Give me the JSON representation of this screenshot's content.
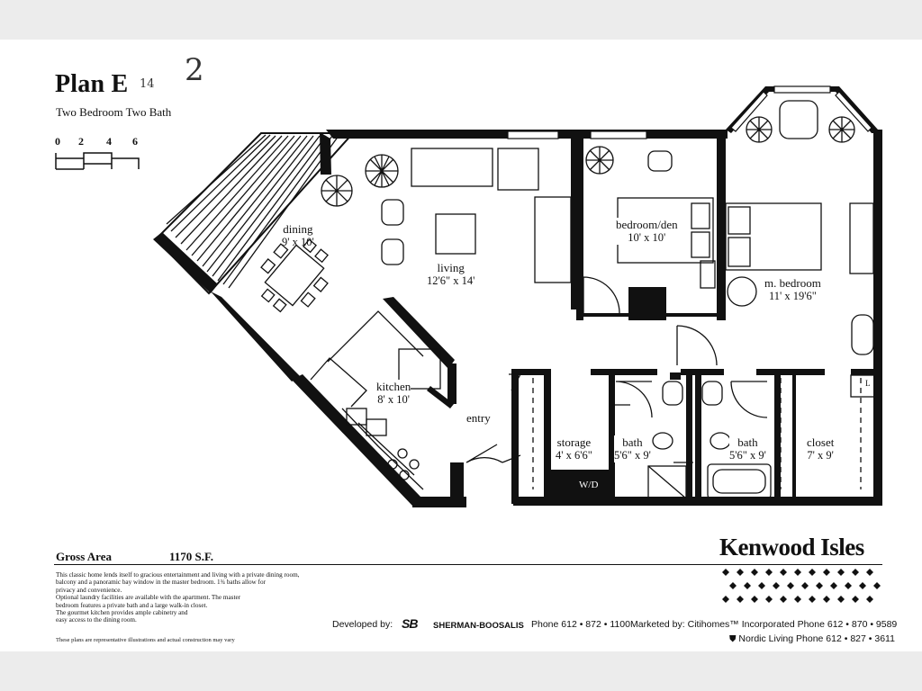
{
  "header": {
    "plan_title": "Plan E",
    "plan_subtitle": "Two Bedroom Two Bath",
    "handwritten_small": "14",
    "handwritten_large": "2"
  },
  "scale": {
    "labels": [
      "0",
      "2",
      "4",
      "6"
    ]
  },
  "rooms": {
    "dining": {
      "name": "dining",
      "dim": "9' x 10'"
    },
    "living": {
      "name": "living",
      "dim": "12'6\" x 14'"
    },
    "bedroom_den": {
      "name": "bedroom/den",
      "dim": "10' x 10'"
    },
    "m_bedroom": {
      "name": "m. bedroom",
      "dim": "11' x 19'6\""
    },
    "kitchen": {
      "name": "kitchen",
      "dim": "8' x 10'"
    },
    "entry": {
      "name": "entry"
    },
    "storage": {
      "name": "storage",
      "dim": "4' x 6'6\""
    },
    "bath_1": {
      "name": "bath",
      "dim": "5'6\" x 9'"
    },
    "bath_2": {
      "name": "bath",
      "dim": "5'6\" x 9'"
    },
    "closet": {
      "name": "closet",
      "dim": "7' x 9'"
    },
    "wd_label": "W/D",
    "closet_l_label": "L"
  },
  "footer": {
    "gross_area_label": "Gross Area",
    "gross_area_value": "1170 S.F.",
    "description_lines": [
      "This classic home lends itself to gracious entertainment and living with a private dining room,",
      "balcony and a panoramic bay window in the master bedroom.  1¾ baths allow for",
      "privacy and convenience.",
      "Optional laundry facilities are available with the apartment.  The master",
      "bedroom features a private bath and a large walk-in closet.",
      "The gourmet kitchen provides ample cabinetry and",
      "easy access to the dining room."
    ],
    "disclaimer": "These plans are representative illustrations and actual construction may vary",
    "brand": "Kenwood Isles",
    "developed_by_label": "Developed by:",
    "developer_logo": "SB",
    "developer_name": "SHERMAN-BOOSALIS",
    "developer_phone": "Phone 612 • 872 • 1100",
    "marketed_by": "Marketed by: Citihomes™ Incorporated Phone 612 • 870 • 9589",
    "nordic": "Nordic Living Phone 612 • 827 • 3611"
  },
  "colors": {
    "ink": "#111111",
    "paper": "#ffffff",
    "background": "#ececec"
  }
}
